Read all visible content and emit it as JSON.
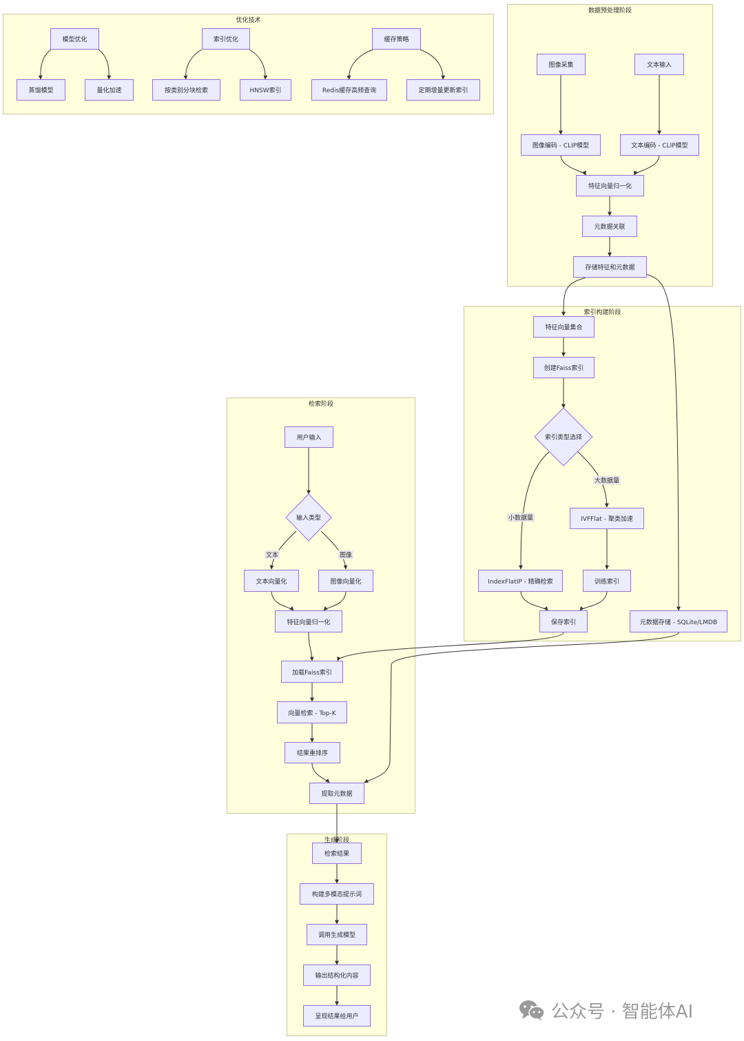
{
  "subgraphs": {
    "opt": "优化技术",
    "pre": "数据预处理阶段",
    "idx": "索引构建阶段",
    "ret": "检索阶段",
    "gen": "生成阶段"
  },
  "nodes": {
    "model_opt": "模型优化",
    "distill": "蒸馏模型",
    "quant": "量化加速",
    "index_opt": "索引优化",
    "cat_search": "按类别分块检索",
    "hnsw": "HNSW索引",
    "cache": "缓存策略",
    "redis": "Redis缓存高频查询",
    "incr": "定期增量更新索引",
    "img_collect": "图像采集",
    "txt_input": "文本输入",
    "img_encode": "图像编码 - CLIP模型",
    "txt_encode": "文本编码 - CLIP模型",
    "norm1": "特征向量归一化",
    "meta_assoc": "元数据关联",
    "store": "存储特征和元数据",
    "feat_set": "特征向量集合",
    "create_faiss": "创建Faiss索引",
    "idx_type": "索引类型选择",
    "ivf": "IVFFlat - 聚类加速",
    "flatip": "IndexFlatIP - 精确检索",
    "train": "训练索引",
    "save_idx": "保存索引",
    "meta_store": "元数据存储 - SQLite/LMDB",
    "user_input": "用户输入",
    "input_type": "输入类型",
    "txt_vec": "文本向量化",
    "img_vec": "图像向量化",
    "norm2": "特征向量归一化",
    "load_faiss": "加载Faiss索引",
    "vec_search": "向量检索 - Top-K",
    "rerank": "结果重排序",
    "fetch_meta": "提取元数据",
    "results": "检索结果",
    "build_prompt": "构建多模态提示词",
    "call_model": "调用生成模型",
    "output": "输出结构化内容",
    "present": "呈现结果给用户"
  },
  "edge_labels": {
    "large": "大数据量",
    "small": "小数据量",
    "text": "文本",
    "image": "图像"
  },
  "watermark": "公众号 · 智能体AI",
  "colors": {
    "node_fill": "#ececff",
    "node_border": "#9370db",
    "cluster_fill": "#ffffde",
    "cluster_border": "#c8c89a",
    "edge": "#333333"
  }
}
